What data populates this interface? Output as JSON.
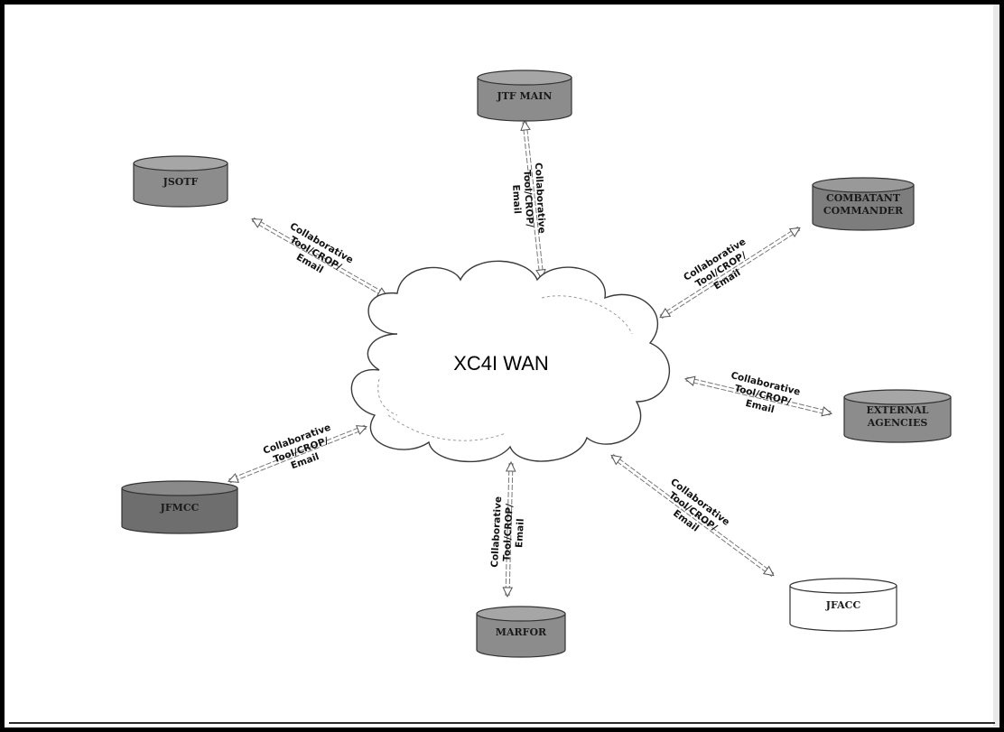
{
  "diagram": {
    "hub": {
      "label": "XC4I WAN"
    },
    "nodes": [
      {
        "id": "jtf-main",
        "label_lines": [
          "JTF MAIN"
        ],
        "fill": "#8c8c8c",
        "top_fill": "#a6a6a6"
      },
      {
        "id": "jsotf",
        "label_lines": [
          "JSOTF"
        ],
        "fill": "#8c8c8c",
        "top_fill": "#a6a6a6"
      },
      {
        "id": "combatant-commander",
        "label_lines": [
          "COMBATANT",
          "COMMANDER"
        ],
        "fill": "#7d7d7d",
        "top_fill": "#999999"
      },
      {
        "id": "external-agencies",
        "label_lines": [
          "EXTERNAL",
          "AGENCIES"
        ],
        "fill": "#8c8c8c",
        "top_fill": "#a6a6a6"
      },
      {
        "id": "jfmcc",
        "label_lines": [
          "JFMCC"
        ],
        "fill": "#6e6e6e",
        "top_fill": "#8a8a8a"
      },
      {
        "id": "marfor",
        "label_lines": [
          "MARFOR"
        ],
        "fill": "#8c8c8c",
        "top_fill": "#a6a6a6"
      },
      {
        "id": "jfacc",
        "label_lines": [
          "JFACC"
        ],
        "fill": "#ffffff",
        "top_fill": "#ffffff"
      }
    ],
    "links": [
      {
        "to": "jtf-main",
        "label_lines": [
          "Collaborative",
          "Tool/CROP/",
          "Email"
        ]
      },
      {
        "to": "jsotf",
        "label_lines": [
          "Collaborative",
          "Tool/CROP/",
          "Email"
        ]
      },
      {
        "to": "combatant-commander",
        "label_lines": [
          "Collaborative",
          "Tool/CROP/",
          "Email"
        ]
      },
      {
        "to": "external-agencies",
        "label_lines": [
          "Collaborative",
          "Tool/CROP/",
          "Email"
        ]
      },
      {
        "to": "jfmcc",
        "label_lines": [
          "Collaborative",
          "Tool/CROP/",
          "Email"
        ]
      },
      {
        "to": "marfor",
        "label_lines": [
          "Collaborative",
          "Tool/CROP/",
          "Email"
        ]
      },
      {
        "to": "jfacc",
        "label_lines": [
          "Collaborative",
          "Tool/CROP/",
          "Email"
        ]
      }
    ]
  }
}
